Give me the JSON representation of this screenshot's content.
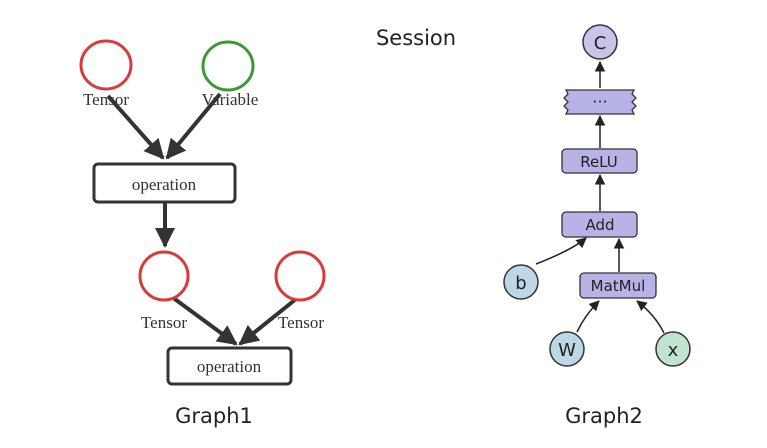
{
  "title": "Session",
  "graph1": {
    "caption": "Graph1",
    "node_labels": {
      "tensor_top": "Tensor",
      "variable_top": "Variable",
      "operation_upper": "operation",
      "tensor_mid_left": "Tensor",
      "tensor_mid_right": "Tensor",
      "operation_lower": "operation"
    },
    "colors": {
      "tensor": "#d93a3a",
      "variable": "#3a9a3a",
      "stroke": "#333333"
    }
  },
  "graph2": {
    "caption": "Graph2",
    "node_labels": {
      "c": "C",
      "ellipsis": "···",
      "relu": "ReLU",
      "add": "Add",
      "b": "b",
      "matmul": "MatMul",
      "w": "W",
      "x": "x"
    },
    "colors": {
      "op_fill": "#b8b3e6",
      "output_fill": "#c8c5e8",
      "param_fill": "#bcd8e6",
      "input_fill": "#c0e4cf",
      "stroke": "#333333"
    }
  }
}
